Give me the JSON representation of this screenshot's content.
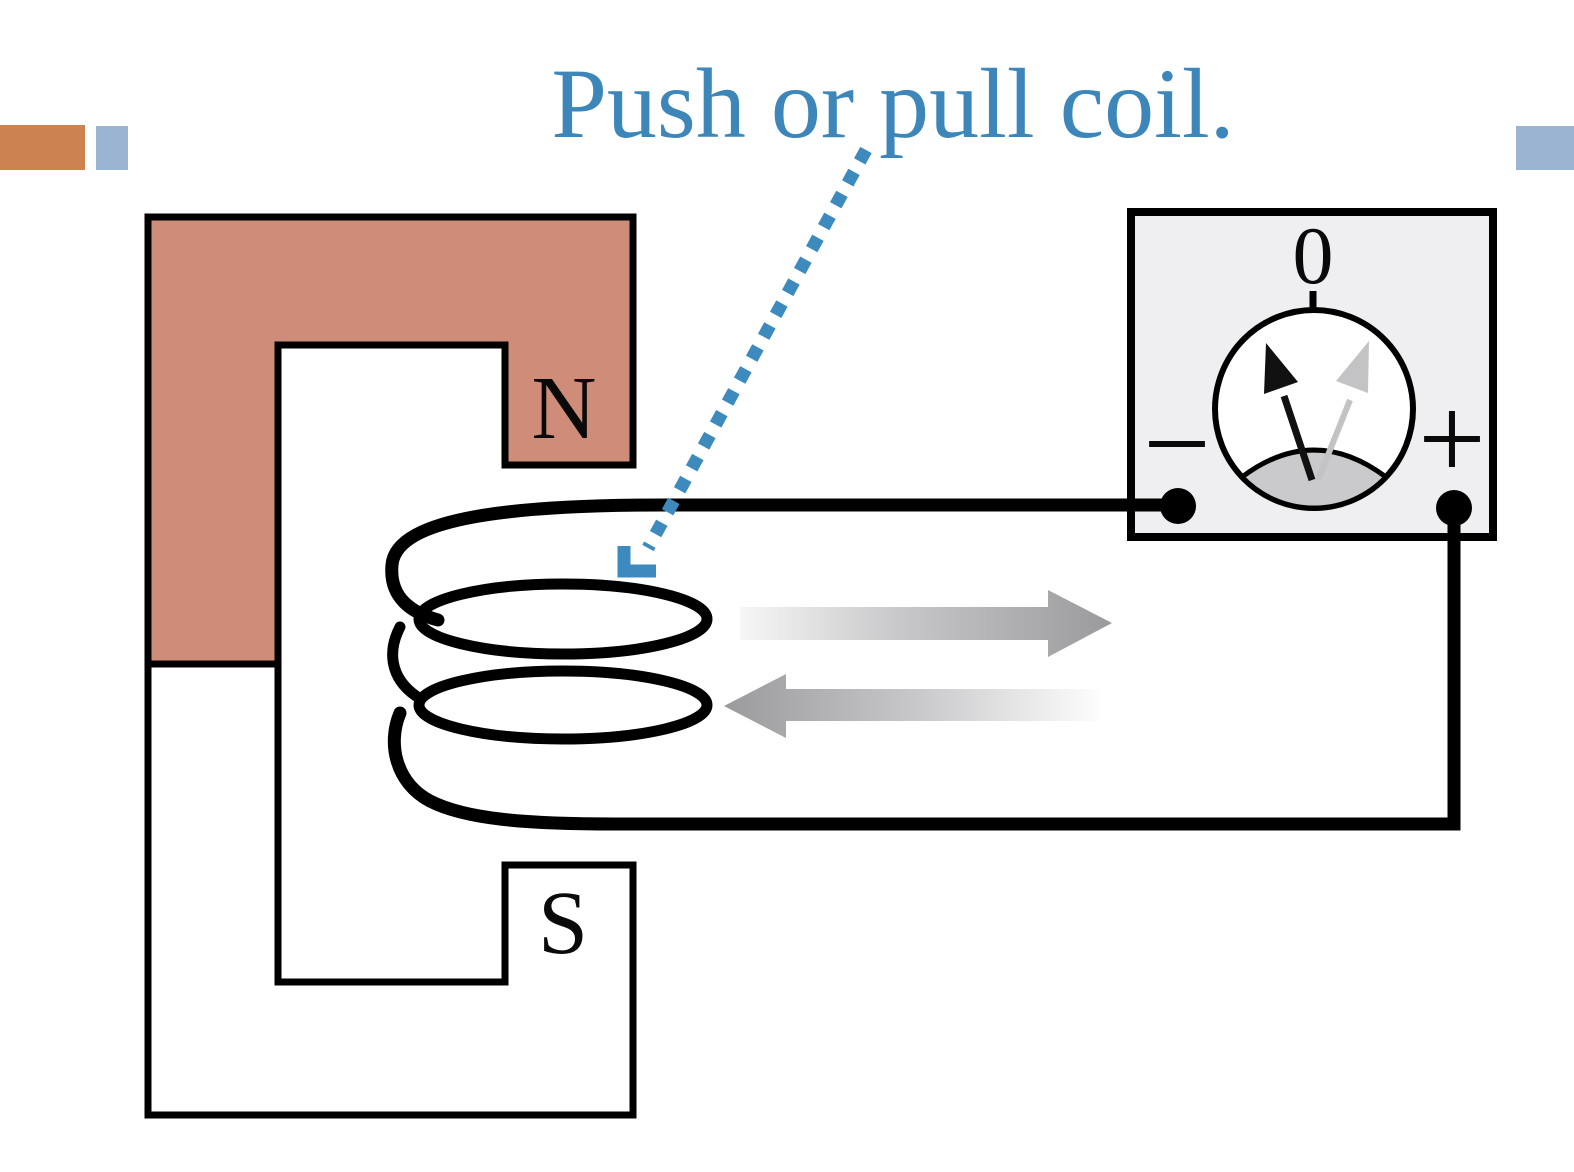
{
  "slide": {
    "title": "Push or pull coil.",
    "title_color": "#3D86BA",
    "accent_orange": "#CD8350",
    "accent_blue": "#9AB4D1"
  },
  "magnet": {
    "north_label": "N",
    "south_label": "S",
    "north_fill": "#CF8D79",
    "body_fill": "#FFFFFF",
    "outline_color": "#000000"
  },
  "callout_arrow": {
    "color": "#3D8BBE"
  },
  "motion_arrows": {
    "gray": "#9A9A9C"
  },
  "galvanometer": {
    "zero_label": "0",
    "minus_label": "−",
    "plus_label": "+",
    "panel_fill": "#EFEFF1",
    "dial_fill": "#FFFFFF",
    "scale_fill": "#CACACC",
    "needle_black": "#111111",
    "needle_gray": "#C3C3C5"
  }
}
